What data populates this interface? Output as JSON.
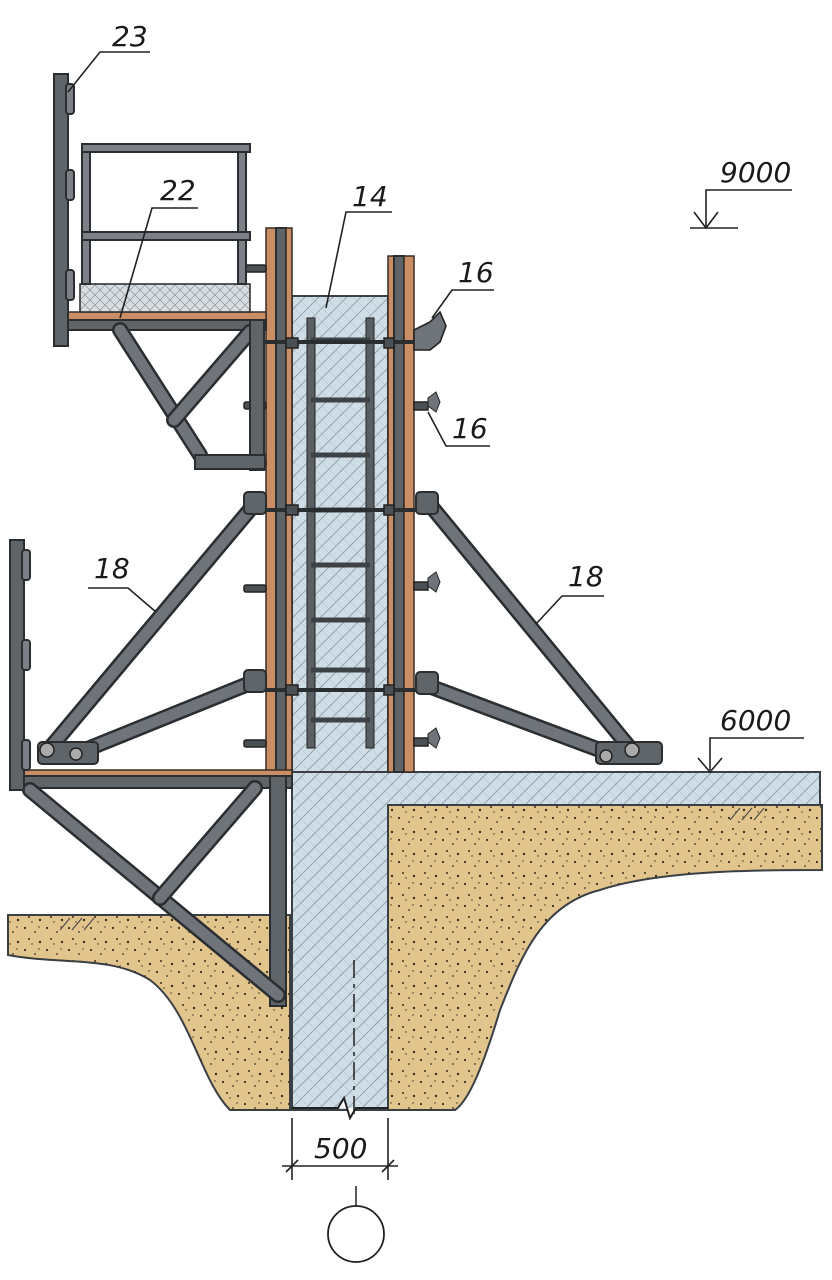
{
  "callouts": {
    "c23": "23",
    "c22": "22",
    "c14": "14",
    "c16_top": "16",
    "c16_mid": "16",
    "c18_left": "18",
    "c18_right": "18"
  },
  "elevations": {
    "top": "9000",
    "ground": "6000"
  },
  "dimensions": {
    "width": "500"
  },
  "colors": {
    "steel": "#5f6469",
    "board": "#c98e66",
    "concrete": "#cfdde6",
    "soil": "#e2c48d"
  }
}
